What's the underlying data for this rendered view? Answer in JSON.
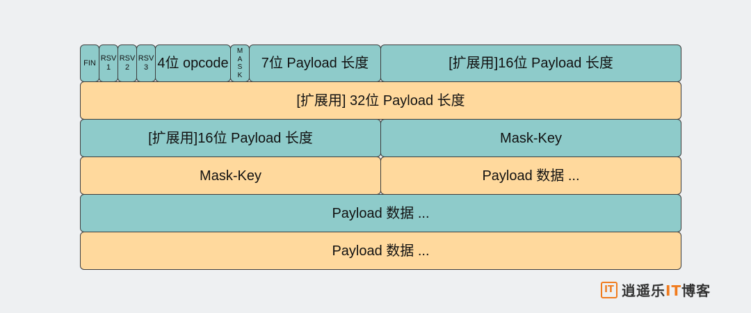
{
  "row1": {
    "fin": "FIN",
    "rsv1": "RSV\n1",
    "rsv2": "RSV\n2",
    "rsv3": "RSV\n3",
    "opcode": "4位 opcode",
    "mask": "M\nA\nS\nK",
    "payload7": "7位 Payload 长度",
    "ext16": "[扩展用]16位 Payload 长度"
  },
  "row2": {
    "ext32": "[扩展用] 32位 Payload 长度"
  },
  "row3": {
    "ext16": "[扩展用]16位 Payload 长度",
    "maskkey": "Mask-Key"
  },
  "row4": {
    "maskkey": "Mask-Key",
    "payload": "Payload 数据 ..."
  },
  "row5": {
    "payload": "Payload 数据 ..."
  },
  "row6": {
    "payload": "Payload 数据 ..."
  },
  "watermark": {
    "logo": "IT",
    "name_part1": "逍遥乐",
    "name_it": "IT",
    "name_part2": "博客"
  },
  "colors": {
    "teal": "#8ecbca",
    "peach": "#ffd99d",
    "brand": "#f07b1d"
  }
}
